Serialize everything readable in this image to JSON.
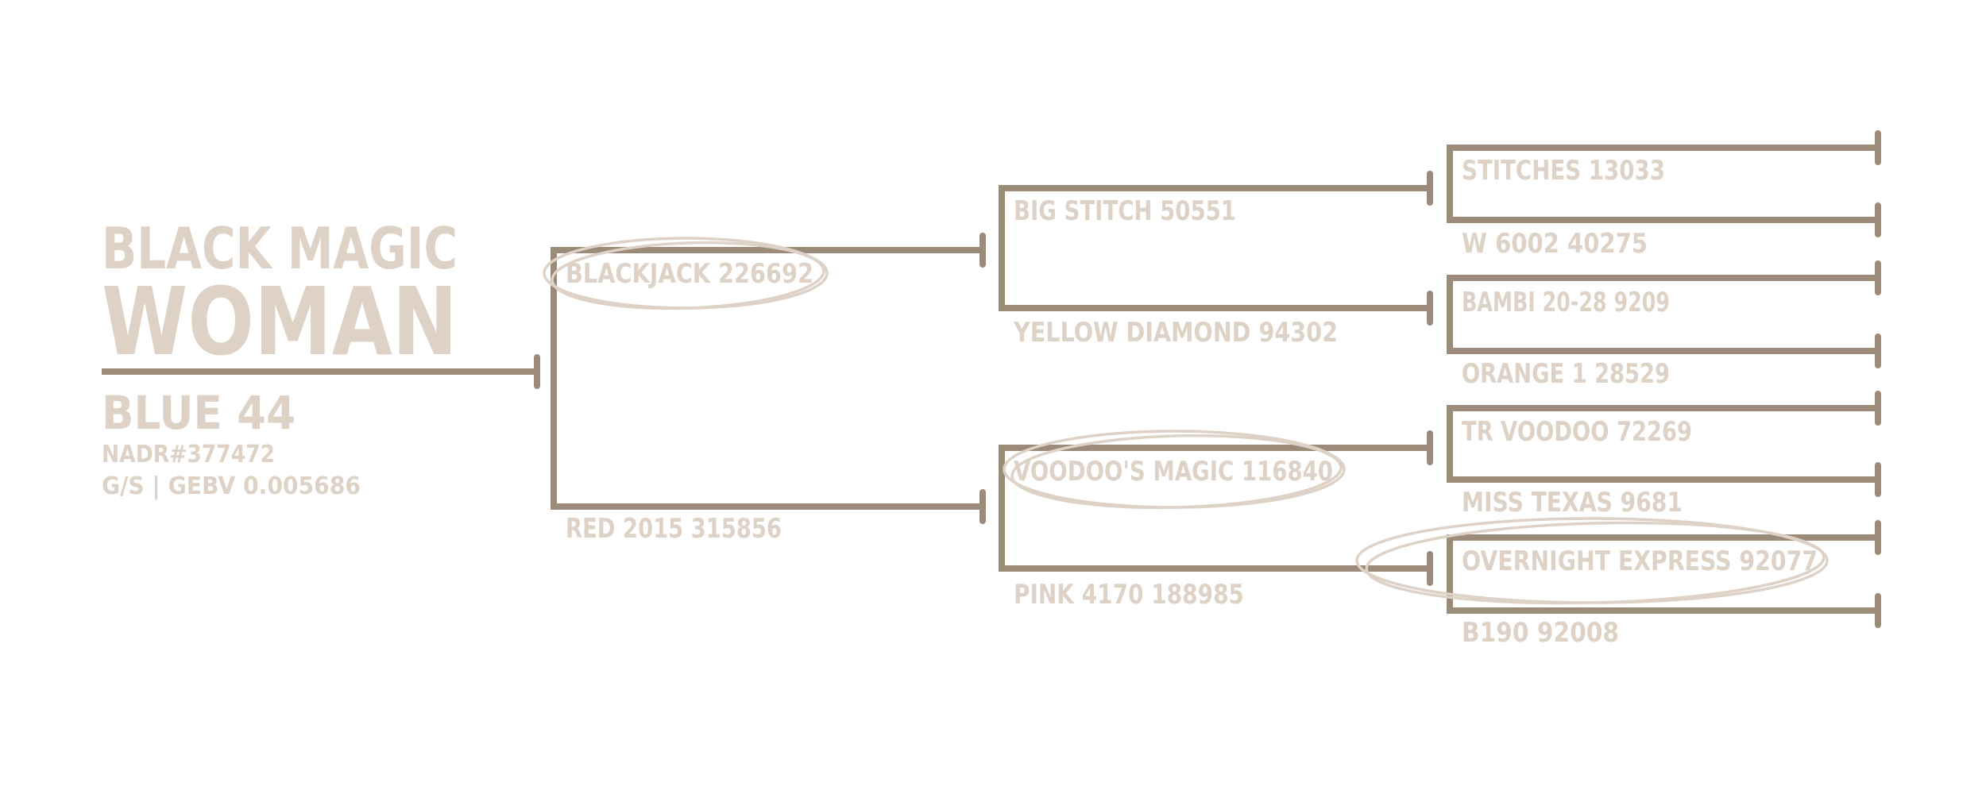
{
  "subject": {
    "name_line1": "BLACK MAGIC",
    "name_line2": "WOMAN",
    "tag": "BLUE 44",
    "registration": "NADR#377472",
    "details": "G/S | GEBV 0.005686"
  },
  "generation1": {
    "sire": "BLACKJACK 226692",
    "dam": "RED 2015 315856"
  },
  "generation2": {
    "sire_sire": "BIG STITCH 50551",
    "sire_dam": "YELLOW DIAMOND 94302",
    "dam_sire": "VOODOO'S MAGIC 116840",
    "dam_dam": "PINK 4170 188985"
  },
  "generation3": {
    "sss": "STITCHES 13033",
    "ssd": "W 6002 40275",
    "sds": "BAMBI 20-28 9209",
    "sdd": "ORANGE 1 28529",
    "dss": "TR VOODOO 72269",
    "dsd": "MISS TEXAS 9681",
    "dds": "OVERNIGHT EXPRESS 92077",
    "ddd": "B190 92008"
  },
  "colors": {
    "line": "#9c8b79",
    "text": "#ddd2c5"
  }
}
